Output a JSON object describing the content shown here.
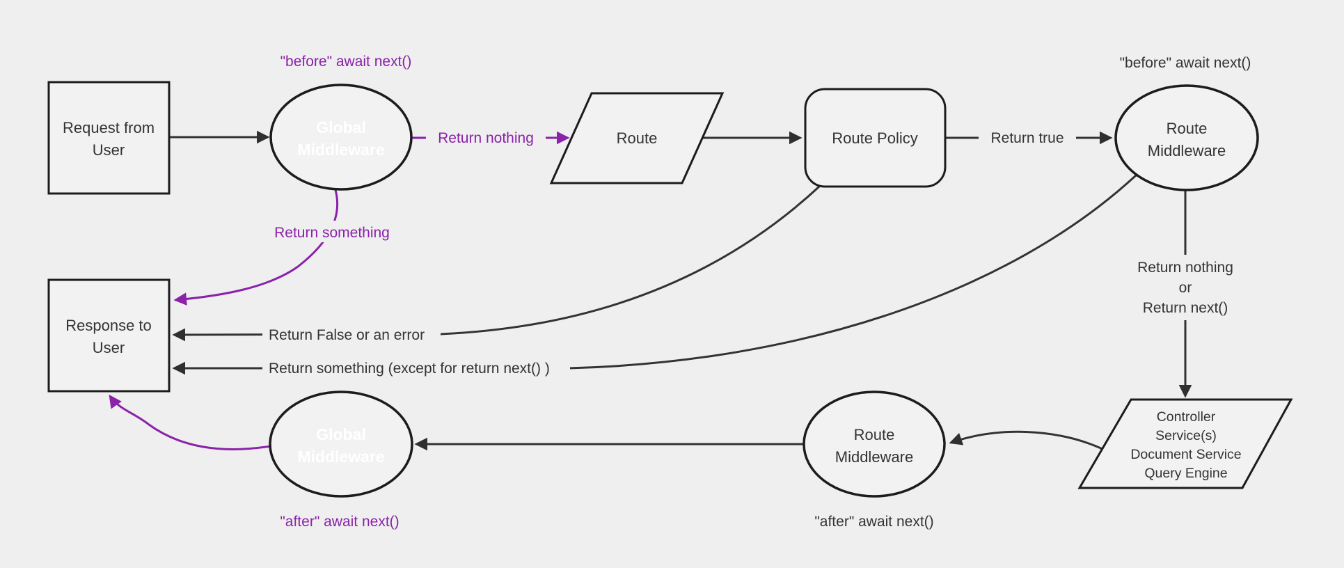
{
  "colors": {
    "background": "#efefef",
    "node_fill": "#f2f2f2",
    "node_stroke": "#1c1c1c",
    "edge_stroke": "#333333",
    "purple_fill": "#8a1a9e",
    "purple_accent": "#8a22aa",
    "text": "#333333",
    "white_text": "#ffffff"
  },
  "nodes": {
    "request": {
      "lines": [
        "Request from",
        "User"
      ]
    },
    "global_middleware_top": {
      "lines": [
        "Global",
        "Middleware"
      ]
    },
    "route": {
      "label": "Route"
    },
    "route_policy": {
      "label": "Route Policy"
    },
    "route_middleware_top": {
      "lines": [
        "Route",
        "Middleware"
      ]
    },
    "controller_services": {
      "lines": [
        "Controller",
        "Service(s)",
        "Document Service",
        "Query Engine"
      ]
    },
    "route_middleware_bottom": {
      "lines": [
        "Route",
        "Middleware"
      ]
    },
    "global_middleware_bottom": {
      "lines": [
        "Global",
        "Middleware"
      ]
    },
    "response": {
      "lines": [
        "Response to",
        "User"
      ]
    }
  },
  "edge_labels": {
    "before_await_next_global": "\"before\" await next()",
    "return_nothing": "Return nothing",
    "return_something": "Return something",
    "before_await_next_route": "\"before\" await next()",
    "return_true": "Return true",
    "return_nothing_or": [
      "Return nothing",
      "or",
      "Return next()"
    ],
    "after_await_next_route": "\"after\" await next()",
    "after_await_next_global": "\"after\" await next()",
    "return_false_or_error": "Return False or an error",
    "return_something_except": "Return something (except for return next() )"
  }
}
